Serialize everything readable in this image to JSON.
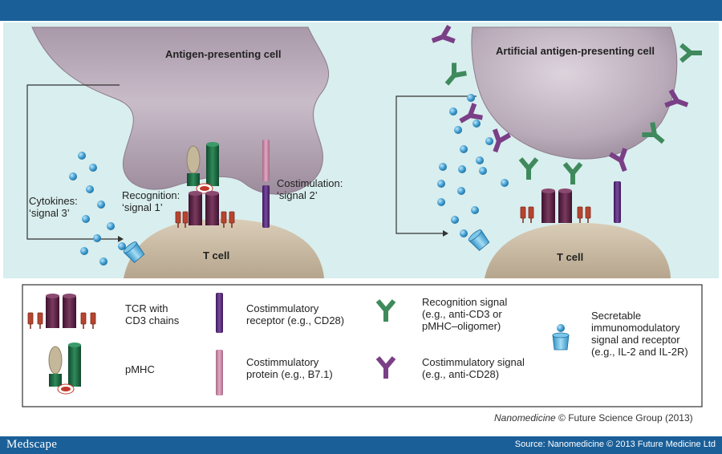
{
  "diagram": {
    "left_panel": {
      "apc_label": "Antigen-presenting cell",
      "tcell_label": "T cell",
      "cytokines_label": "Cytokines:\n‘signal 3’",
      "recognition_label": "Recognition:\n‘signal 1’",
      "costimulation_label": "Costimulation:\n‘signal 2’"
    },
    "right_panel": {
      "aapc_label": "Artificial antigen-presenting cell",
      "tcell_label": "T cell"
    },
    "legend": {
      "tcr": "TCR with\nCD3 chains",
      "pmhc": "pMHC",
      "costim_receptor": "Costimmulatory\nreceptor (e.g., CD28)",
      "costim_protein": "Costimmulatory\nprotein (e.g., B7.1)",
      "recognition_signal": "Recognition signal\n(e.g., anti-CD3 or\npMHC–oligomer)",
      "costim_signal": "Costimmulatory signal\n(e.g., anti-CD28)",
      "secretable": "Secretable\nimmunomodulatory\nsignal and receptor\n(e.g., IL-2 and IL-2R)"
    },
    "credit_journal": "Nanomedicine",
    "credit_rest": " © Future Science Group (2013)"
  },
  "footer": {
    "brand": "Medscape",
    "source": "Source: Nanomedicine © 2013 Future Medicine Ltd"
  },
  "colors": {
    "header_bar": "#1a5f98",
    "panel_bg": "#d9eeee",
    "cell_purple_gray": "#b7a9b7",
    "tcell_tan": "#cbbba5",
    "tcr_dark_purple": "#5b2343",
    "cd3_red": "#b8442f",
    "pmhc_green": "#1f6e45",
    "pmhc_tan": "#c5b79a",
    "costim_receptor": "#5a2e7a",
    "costim_protein": "#c98aa8",
    "antibody_green": "#3f8a5c",
    "antibody_purple": "#7a3f86",
    "bead_blue": "#3e9ccf"
  }
}
